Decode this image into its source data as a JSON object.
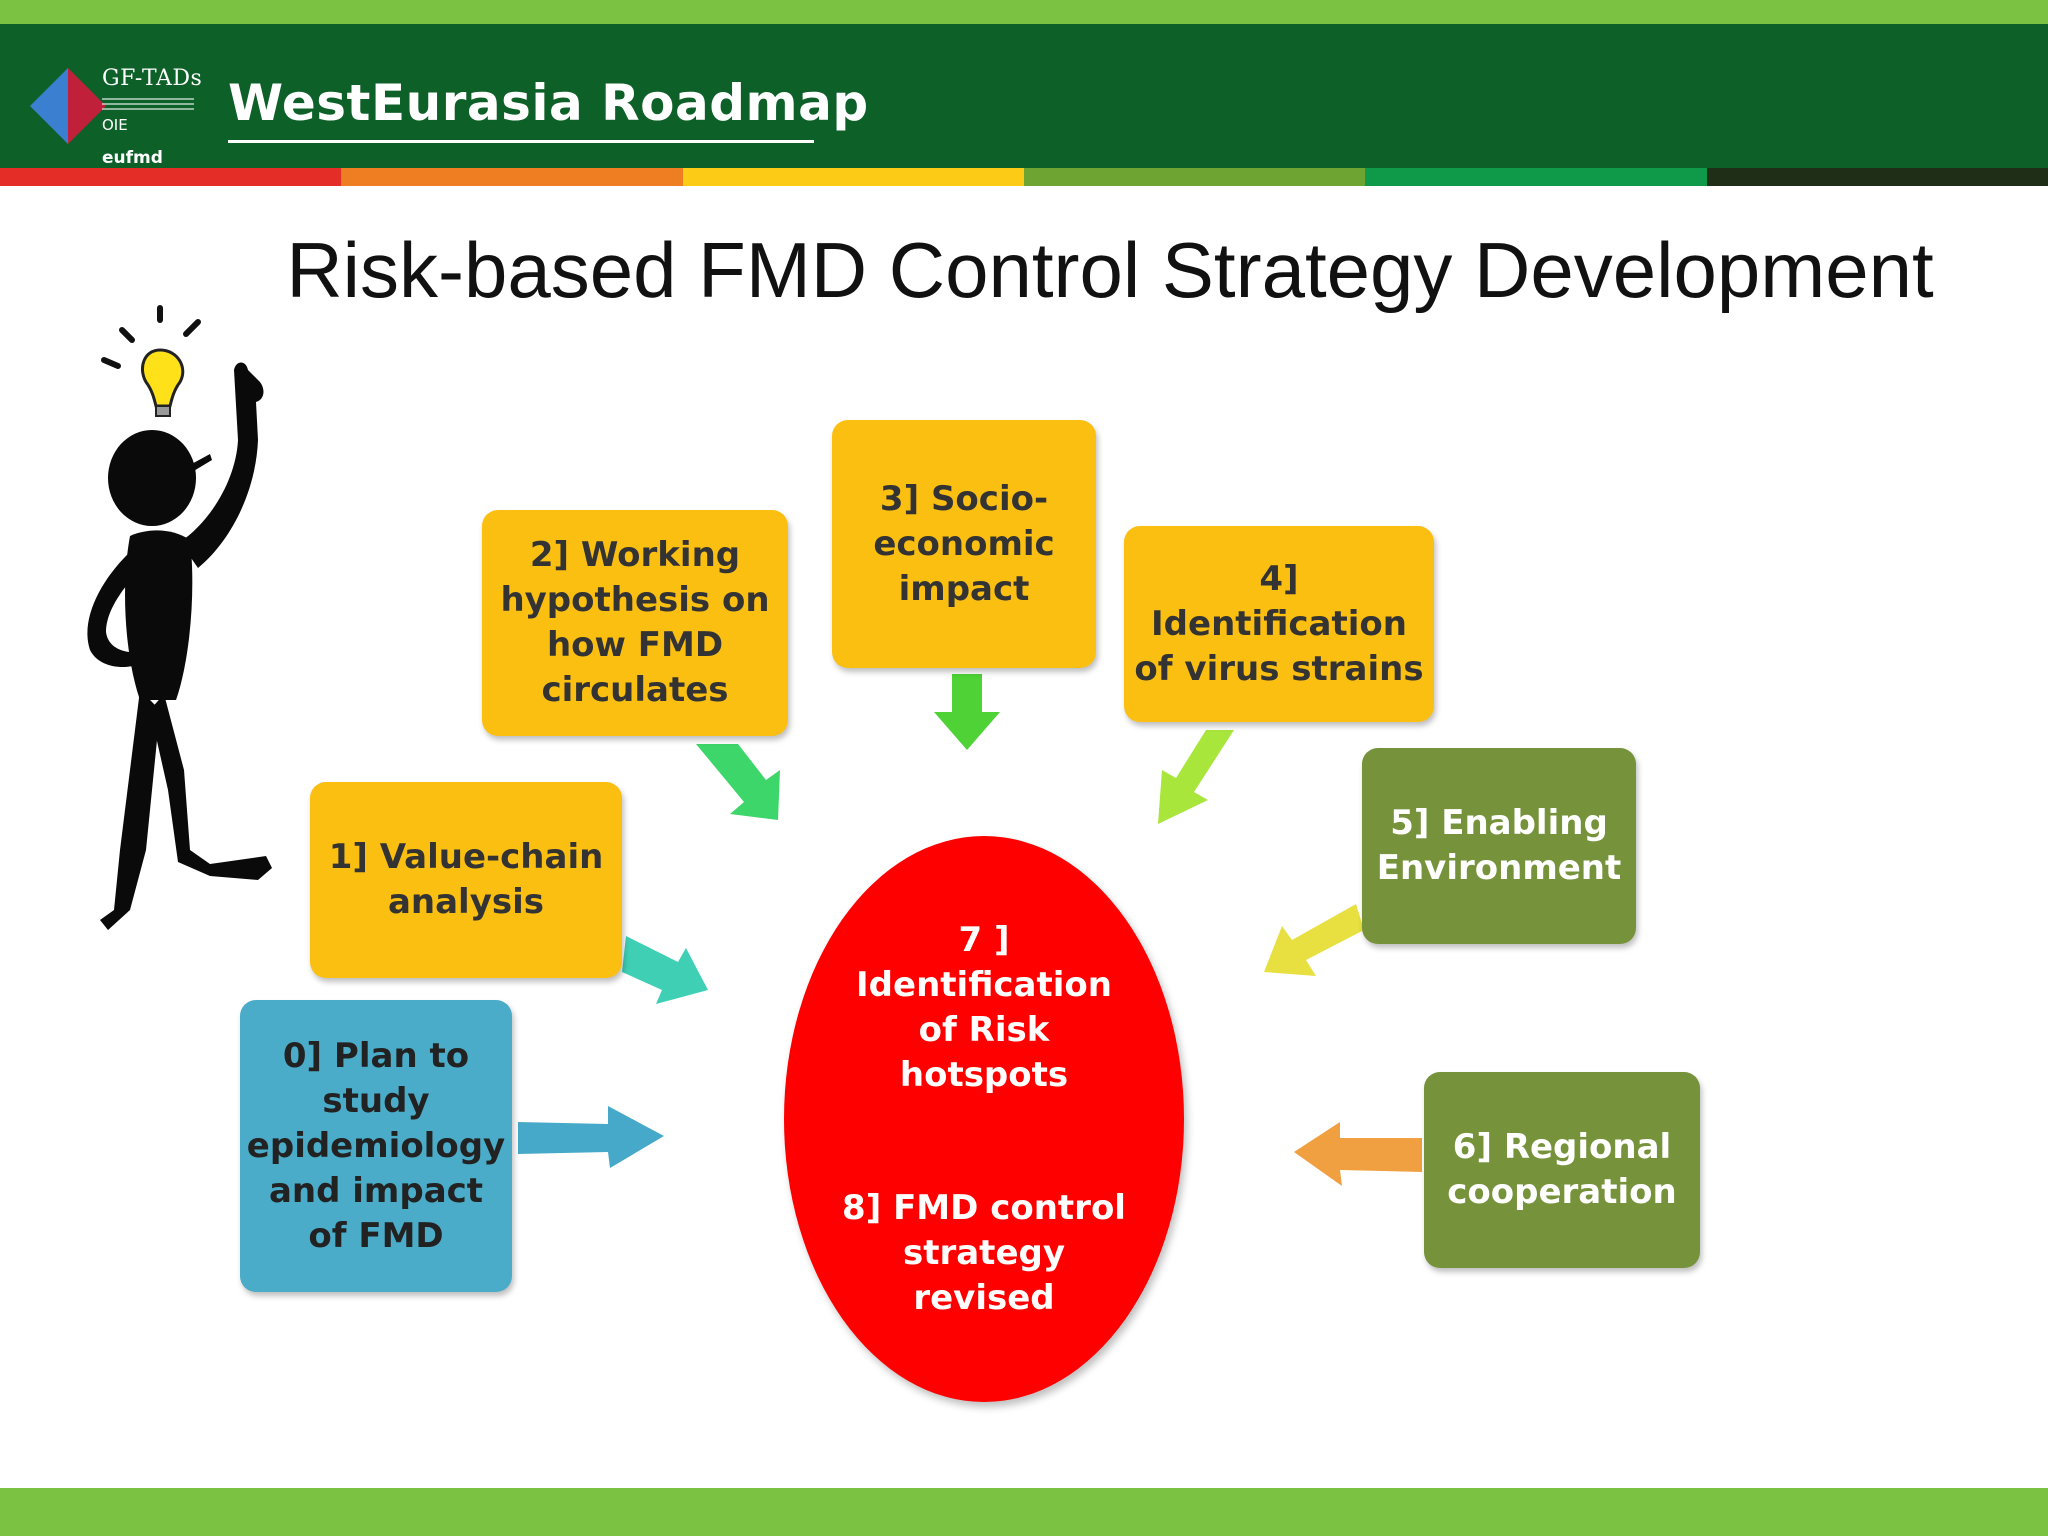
{
  "header": {
    "title": "WestEurasia Roadmap",
    "logo_text": "GF-TADs",
    "oie_text": "OIE",
    "eufmd_text": "eufmd",
    "colors": {
      "top_strip": "#7cc242",
      "band": "#0d6128",
      "color_bar": [
        "#e52d27",
        "#ef7d22",
        "#fccb16",
        "#6ea432",
        "#0f9a4a",
        "#1e2e17"
      ]
    }
  },
  "page_title": "Risk-based FMD Control Strategy Development",
  "diagram": {
    "steps": [
      {
        "id": "0",
        "label": "0] Plan to study epidemiology and impact of FMD",
        "color": "#4aacc8"
      },
      {
        "id": "1",
        "label": "1] Value-chain analysis",
        "color": "#fbbf12"
      },
      {
        "id": "2",
        "label": "2] Working hypothesis on how FMD circulates",
        "color": "#fbbf12"
      },
      {
        "id": "3",
        "label": "3] Socio-economic impact",
        "color": "#fbbf12"
      },
      {
        "id": "4",
        "label": "4] Identification of virus strains",
        "color": "#fbbf12"
      },
      {
        "id": "5",
        "label": "5] Enabling Environment",
        "color": "#76933c"
      },
      {
        "id": "6",
        "label": "6] Regional cooperation",
        "color": "#76933c"
      }
    ],
    "center": {
      "line1": "7 ] Identification of Risk hotspots",
      "line2": "8] FMD control strategy revised",
      "color": "#ff0000"
    },
    "arrow_colors": [
      "#46a9c9",
      "#3ecfb5",
      "#3dd66a",
      "#4ed236",
      "#a8e63c",
      "#e8e040",
      "#f0a040"
    ]
  }
}
